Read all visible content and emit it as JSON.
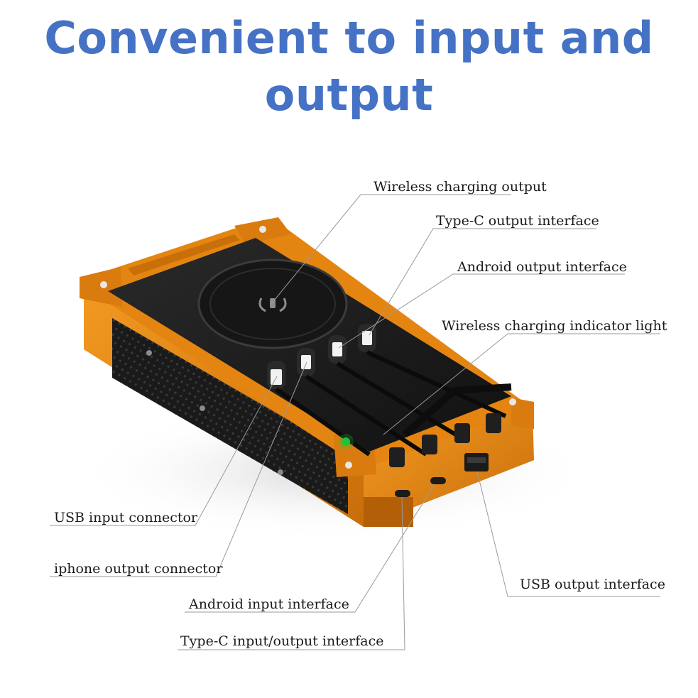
{
  "headline": {
    "line1": "Convenient to input and",
    "line2": "output"
  },
  "callouts": {
    "wireless_charging_output": "Wireless charging output",
    "type_c_output_interface": "Type-C output interface",
    "android_output_interface": "Android output interface",
    "wireless_charging_indicator_light": "Wireless charging indicator light",
    "usb_input_connector": "USB input connector",
    "iphone_output_connector": "iphone output connector",
    "android_input_interface": "Android input interface",
    "type_c_input_output_interface": "Type-C input/output interface",
    "usb_output_interface": "USB output interface"
  },
  "colors": {
    "headline": "#4572c4",
    "housing_orange": "#e48512",
    "panel_black": "#1b1b1b",
    "indicator_green": "#22c23a"
  }
}
